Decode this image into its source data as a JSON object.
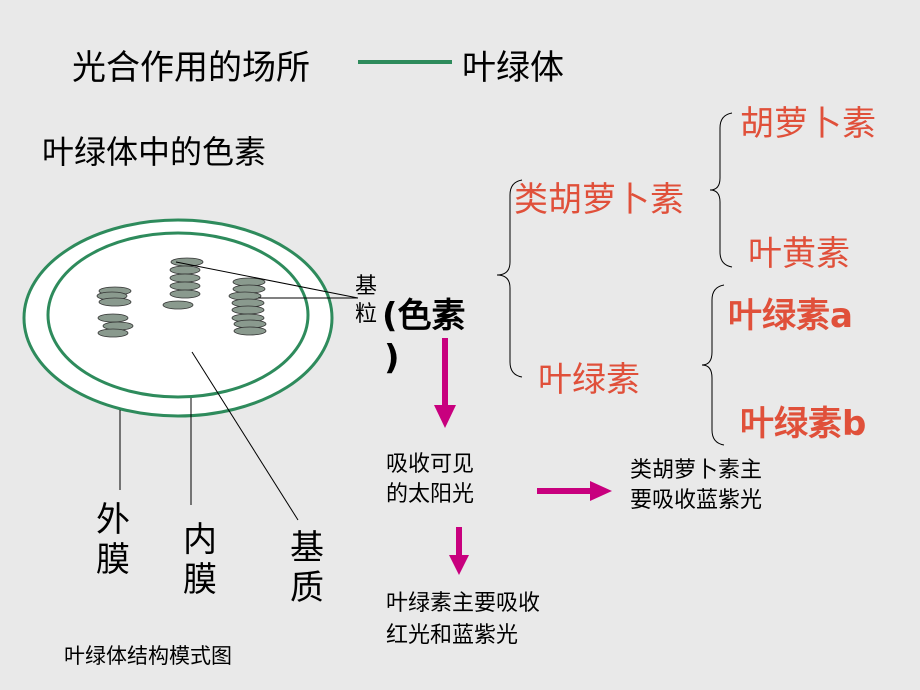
{
  "title": {
    "left": "光合作用的场所",
    "right": "叶绿体"
  },
  "subtitle": "叶绿体中的色素",
  "labels": {
    "grana_1": "基",
    "grana_2": "粒",
    "pigment_open": "(色素",
    "pigment_close": ")",
    "outer_1": "外",
    "outer_2": "膜",
    "inner_1": "内",
    "inner_2": "膜",
    "stroma_1": "基",
    "stroma_2": "质",
    "caption": "叶绿体结构模式图"
  },
  "tree": {
    "carotenoid": "类胡萝卜素",
    "carotene": "胡萝卜素",
    "xanthophyll": "叶黄素",
    "chlorophyll": "叶绿素",
    "chl_a": "叶绿素a",
    "chl_b": "叶绿素b"
  },
  "flow": {
    "absorb_1": "吸收可见",
    "absorb_2": "的太阳光",
    "caro_1": "类胡萝卜素主",
    "caro_2": "要吸收蓝紫光",
    "chl_1": "叶绿素主要吸收",
    "chl_2": "红光和蓝紫光"
  },
  "colors": {
    "membrane": "#2e8b5c",
    "red_text": "#e0503a",
    "arrow": "#c8007e",
    "grana": "#8a9a8e"
  }
}
